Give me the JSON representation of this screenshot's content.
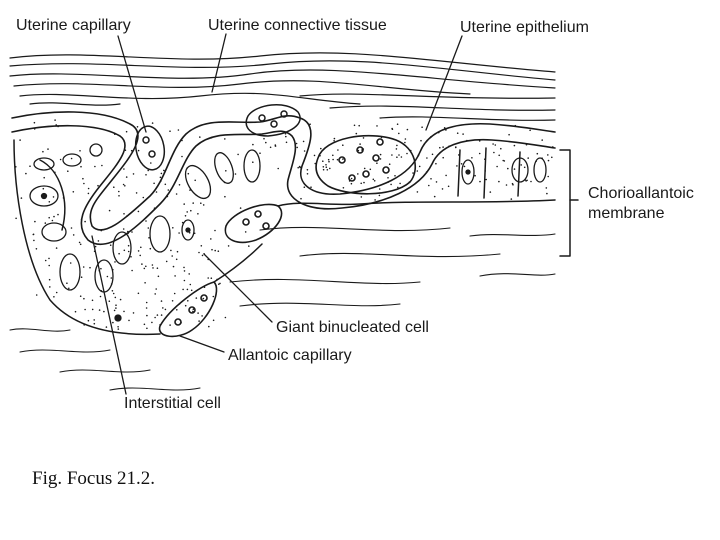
{
  "labels": {
    "uterine_capillary": "Uterine capillary",
    "uterine_connective_tissue": "Uterine connective tissue",
    "uterine_epithelium": "Uterine epithelium",
    "chorioallantoic_line1": "Chorioallantoic",
    "chorioallantoic_line2": "membrane",
    "giant_binucleated_cell": "Giant binucleated cell",
    "allantoic_capillary": "Allantoic capillary",
    "interstitial_cell": "Interstitial cell"
  },
  "caption": "Fig. Focus 21.2.",
  "colors": {
    "ink": "#1a1a1a",
    "background": "#ffffff"
  }
}
